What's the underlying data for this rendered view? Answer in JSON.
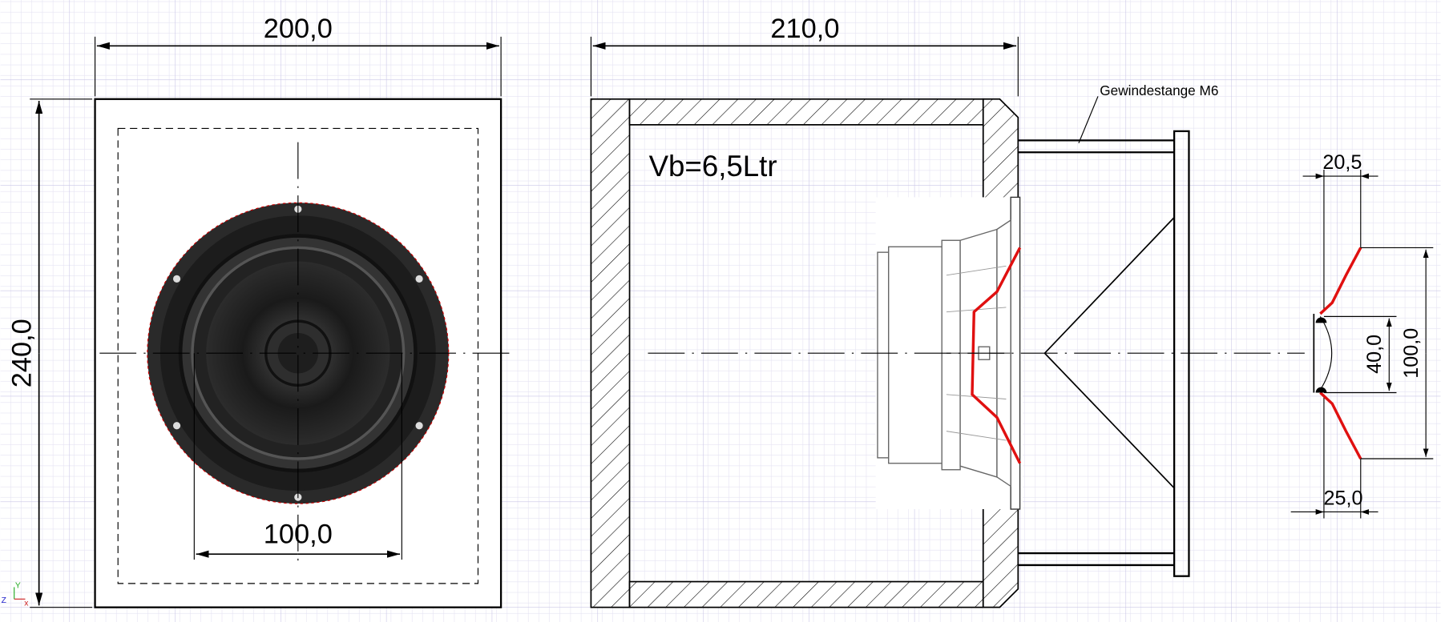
{
  "dimensions": {
    "front_width": "200,0",
    "front_height": "240,0",
    "driver_cutout": "100,0",
    "side_depth": "210,0",
    "profile_top": "20,5",
    "profile_bottom": "25,0",
    "profile_inner": "40,0",
    "profile_outer": "100,0"
  },
  "annotations": {
    "volume": "Vb=6,5Ltr",
    "rod_label": "Gewindestange M6"
  },
  "axis_indicator": {
    "x": "x",
    "y": "Y",
    "z": "Z"
  },
  "colors": {
    "grid_minor": "#e4e2f2",
    "grid_major": "#c9c5e6",
    "profile": "#e01010",
    "line": "#000000"
  }
}
